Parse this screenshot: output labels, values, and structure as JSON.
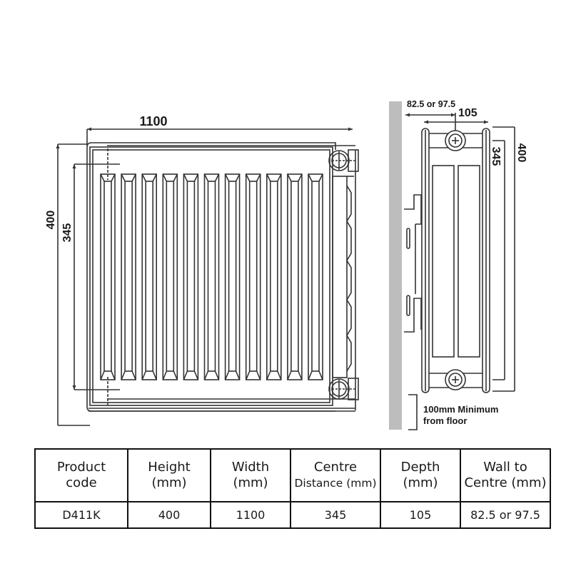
{
  "front_view": {
    "width_label": "1100",
    "height_label": "400",
    "centre_label": "345",
    "convector_count": 11
  },
  "side_view": {
    "wall_to_centre_label": "82.5 or 97.5",
    "depth_label": "105",
    "height_label": "400",
    "centre_label": "345",
    "floor_note_line1": "100mm Minimum",
    "floor_note_line2": "from floor"
  },
  "colors": {
    "line": "#333333",
    "wall": "#bdbdbd",
    "table_border": "#111111"
  },
  "spec_table": {
    "headers": [
      [
        "Product",
        "code"
      ],
      [
        "Height",
        "(mm)"
      ],
      [
        "Width",
        "(mm)"
      ],
      [
        "Centre",
        "Distance (mm)"
      ],
      [
        "Depth",
        "(mm)"
      ],
      [
        "Wall to",
        "Centre (mm)"
      ]
    ],
    "rows": [
      [
        "D411K",
        "400",
        "1100",
        "345",
        "105",
        "82.5 or 97.5"
      ]
    ]
  }
}
